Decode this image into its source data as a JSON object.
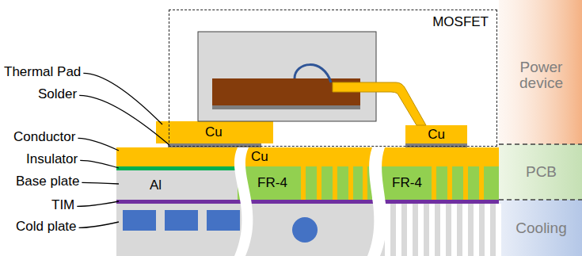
{
  "diagram": {
    "nodes": [
      {
        "text": [
          "MOSFET"
        ]
      },
      {
        "text": [
          "Cu"
        ]
      },
      {
        "text": [
          "Cu"
        ]
      },
      {
        "text": [
          "Cu"
        ]
      },
      {
        "text": [
          "Al"
        ]
      },
      {
        "text": [
          "FR-4"
        ]
      },
      {
        "text": [
          "FR-4"
        ]
      },
      {
        "text": [
          "Power device"
        ]
      },
      {
        "text": [
          "PCB"
        ]
      },
      {
        "text": [
          "Cooling"
        ]
      }
    ],
    "labels": [
      "Thermal Pad",
      "Solder",
      "Conductor",
      "Insulator",
      "Base plate",
      "TIM",
      "Cold plate"
    ]
  }
}
